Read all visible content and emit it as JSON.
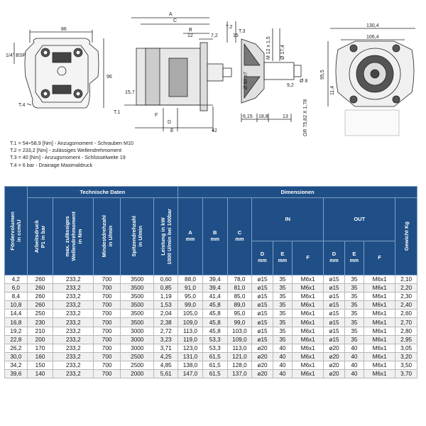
{
  "drawing": {
    "dims_top": [
      "86",
      "A",
      "C",
      "B",
      "12",
      "7,2",
      "T.2",
      "T.3",
      "15",
      "130,4",
      "106,4"
    ],
    "dims_side": [
      "1/4\" BSP",
      "96",
      "T.4",
      "15,7",
      "T.1",
      "F",
      "D",
      "E",
      "42",
      "6,15",
      "18,8",
      "13",
      "M 12 x 1,5",
      "Ø 17,4",
      "Ø 80 e7",
      "Ø 8",
      "9,2",
      "95,5",
      "11,4",
      "OR 75,82 X 1,78"
    ]
  },
  "notes": [
    "T.1 = 54÷58,9 [Nm] - Anzugsmoment - Schrauben M10",
    "T.2 = 233,2 [Nm] - zulässiges Wellendrehmoment",
    "T.3 = 40 [Nm] - Anzugsmoment - Schlüsselweite 19",
    "T.4 = 6 bar - Drainage Maximaldruck"
  ],
  "table": {
    "group_tech": "Technische Daten",
    "group_dim": "Dimensionen",
    "group_in": "IN",
    "group_out": "OUT",
    "col_foerdervolumen": "Fördervolumen\nin ccm/U",
    "col_arbeitsdruck": "Arbeitsdruck\nP1 in bar",
    "col_drehmoment": "max. zulässiges\nWellendrehmoment\nin Nm",
    "col_mindest": "Mindestdrehzahl\nin U/min",
    "col_spitzen": "Spitzendrehzahl\nin U/min",
    "col_leistung": "Leistung in kW\n1000 U/min bei 100bar",
    "col_gewicht": "Gewicht   Kg",
    "letters": {
      "A": "A",
      "B": "B",
      "C": "C",
      "D": "D",
      "E": "E",
      "F": "F"
    },
    "unit_mm": "mm",
    "rows": [
      [
        "4,2",
        "260",
        "233,2",
        "700",
        "3500",
        "0,60",
        "88,0",
        "39,4",
        "78,0",
        "ø15",
        "35",
        "M6x1",
        "ø15",
        "35",
        "M6x1",
        "2,10"
      ],
      [
        "6,0",
        "260",
        "233,2",
        "700",
        "3500",
        "0,85",
        "91,0",
        "39,4",
        "81,0",
        "ø15",
        "35",
        "M6x1",
        "ø15",
        "35",
        "M6x1",
        "2,20"
      ],
      [
        "8,4",
        "260",
        "233,2",
        "700",
        "3500",
        "1,19",
        "95,0",
        "41,4",
        "85,0",
        "ø15",
        "35",
        "M6x1",
        "ø15",
        "35",
        "M6x1",
        "2,30"
      ],
      [
        "10,8",
        "260",
        "233,2",
        "700",
        "3500",
        "1,53",
        "99,0",
        "45,8",
        "89,0",
        "ø15",
        "35",
        "M6x1",
        "ø15",
        "35",
        "M6x1",
        "2,40"
      ],
      [
        "14,4",
        "250",
        "233,2",
        "700",
        "3500",
        "2,04",
        "105,0",
        "45,8",
        "95,0",
        "ø15",
        "35",
        "M6x1",
        "ø15",
        "35",
        "M6x1",
        "2,60"
      ],
      [
        "16,8",
        "230",
        "233,2",
        "700",
        "3500",
        "2,38",
        "109,0",
        "45,8",
        "99,0",
        "ø15",
        "35",
        "M6x1",
        "ø15",
        "35",
        "M6x1",
        "2,70"
      ],
      [
        "19,2",
        "210",
        "233,2",
        "700",
        "3000",
        "2,72",
        "113,0",
        "45,8",
        "103,0",
        "ø15",
        "35",
        "M6x1",
        "ø15",
        "35",
        "M6x1",
        "2,80"
      ],
      [
        "22,8",
        "200",
        "233,2",
        "700",
        "3000",
        "3,23",
        "119,0",
        "53,3",
        "109,0",
        "ø15",
        "35",
        "M6x1",
        "ø15",
        "35",
        "M6x1",
        "2,95"
      ],
      [
        "26,2",
        "170",
        "233,2",
        "700",
        "3000",
        "3,71",
        "123,0",
        "53,3",
        "113,0",
        "ø20",
        "40",
        "M6x1",
        "ø20",
        "40",
        "M6x1",
        "3,05"
      ],
      [
        "30,0",
        "160",
        "233,2",
        "700",
        "2500",
        "4,25",
        "131,0",
        "61,5",
        "121,0",
        "ø20",
        "40",
        "M6x1",
        "ø20",
        "40",
        "M6x1",
        "3,20"
      ],
      [
        "34,2",
        "150",
        "233,2",
        "700",
        "2500",
        "4,85",
        "138,0",
        "61,5",
        "128,0",
        "ø20",
        "40",
        "M6x1",
        "ø20",
        "40",
        "M6x1",
        "3,50"
      ],
      [
        "39,6",
        "140",
        "233,2",
        "700",
        "2000",
        "5,61",
        "147,0",
        "61,5",
        "137,0",
        "ø20",
        "40",
        "M6x1",
        "ø20",
        "40",
        "M6x1",
        "3,70"
      ]
    ]
  }
}
